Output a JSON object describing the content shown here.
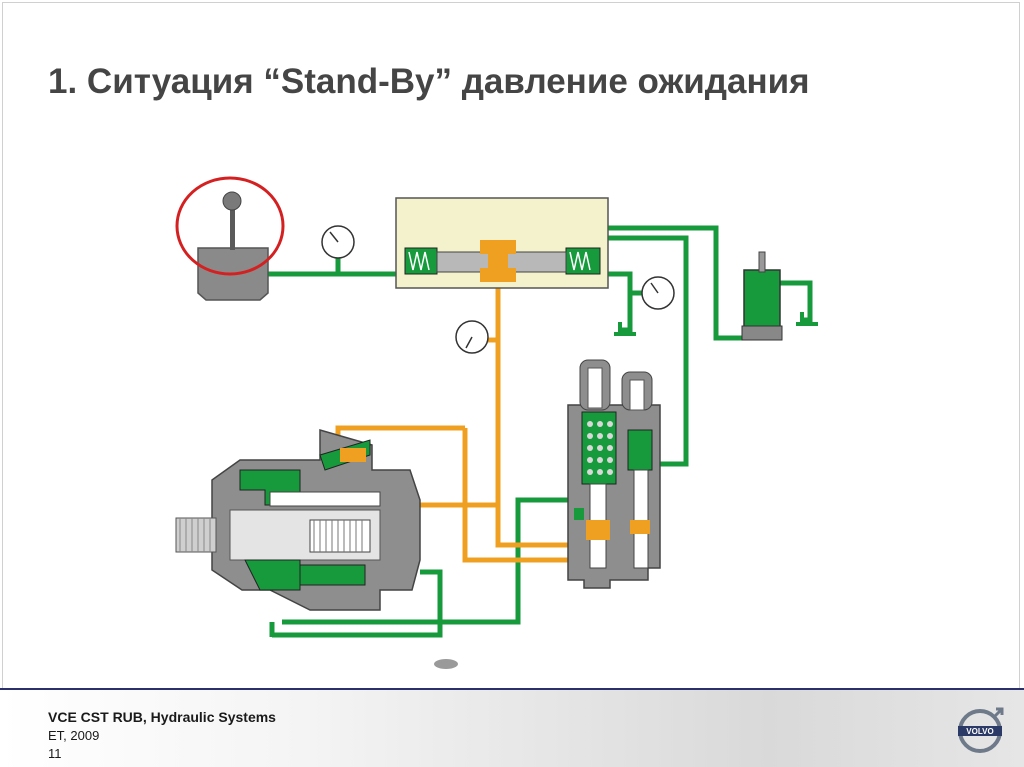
{
  "slide": {
    "title": "1. Ситуация “Stand-By” давление ожидания"
  },
  "footer": {
    "line1": "VCE CST RUB, Hydraulic Systems",
    "line2": "ET, 2009",
    "page_number": "11"
  },
  "logo": {
    "text": "VOLVO"
  },
  "colors": {
    "pilot_line": "#169a3c",
    "pressure_line": "#f0a020",
    "housing": "#8e8e8e",
    "valve_block": "#f4f2cc",
    "highlight_circle": "#d42020",
    "footer_bar": "#2b2f6b"
  }
}
